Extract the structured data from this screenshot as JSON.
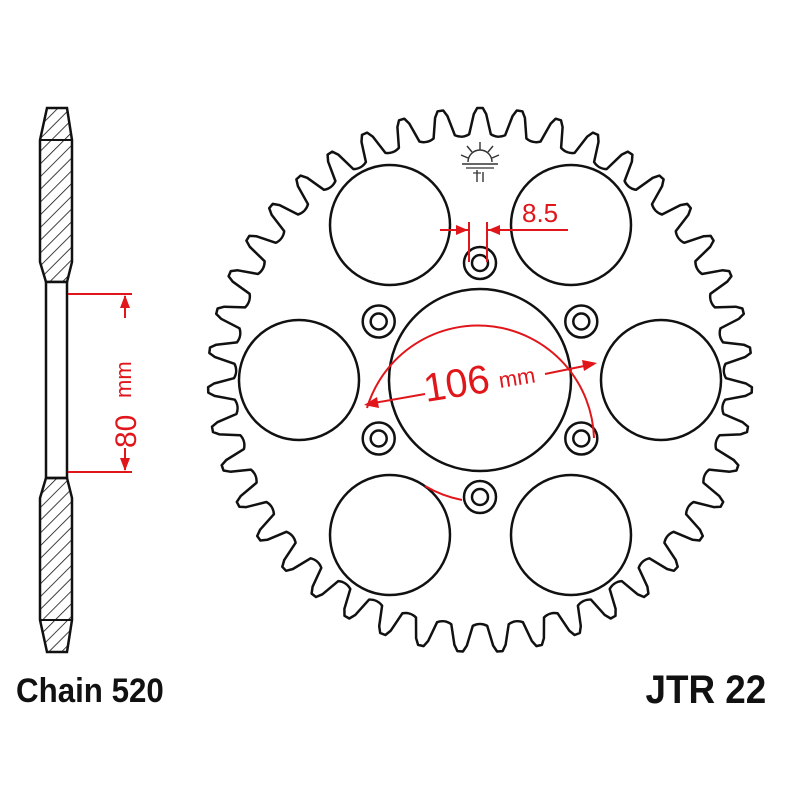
{
  "colors": {
    "outline": "#111111",
    "dimension": "#e0161b",
    "background": "#ffffff"
  },
  "sprocket": {
    "teeth": 43
  },
  "dimensions": {
    "hub_value": "80",
    "hub_unit": "mm",
    "pcd_value": "106",
    "pcd_unit": "mm",
    "bolt_hole": "8.5"
  },
  "labels": {
    "chain": "Chain 520",
    "part_number": "JTR 22"
  },
  "icons": {
    "logo": "sun-rays-logo-icon"
  }
}
